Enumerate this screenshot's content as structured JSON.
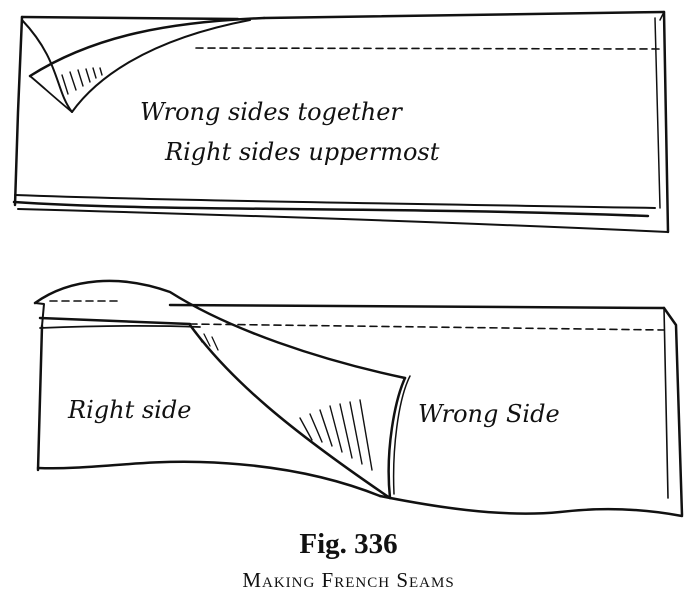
{
  "top_panel": {
    "label_line1": "Wrong sides together",
    "label_line2": "Right sides uppermost"
  },
  "bottom_panel": {
    "label_left": "Right side",
    "label_right": "Wrong Side"
  },
  "caption": {
    "figure_number": "Fig. 336",
    "title": "Making French Seams"
  }
}
